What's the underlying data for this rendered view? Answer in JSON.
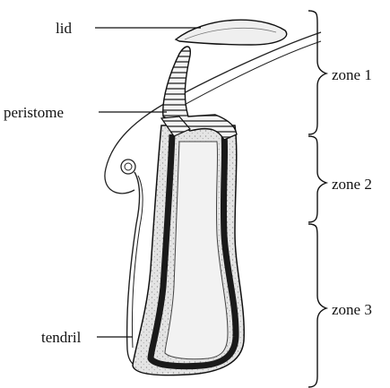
{
  "labels": {
    "lid": "lid",
    "peristome": "peristome",
    "tendril": "tendril"
  },
  "zones": [
    "zone 1",
    "zone 2",
    "zone 3"
  ],
  "colors": {
    "ink": "#111111",
    "pitcher_fill": "#ededed",
    "wall": "#1a1a1a",
    "background": "#ffffff"
  }
}
